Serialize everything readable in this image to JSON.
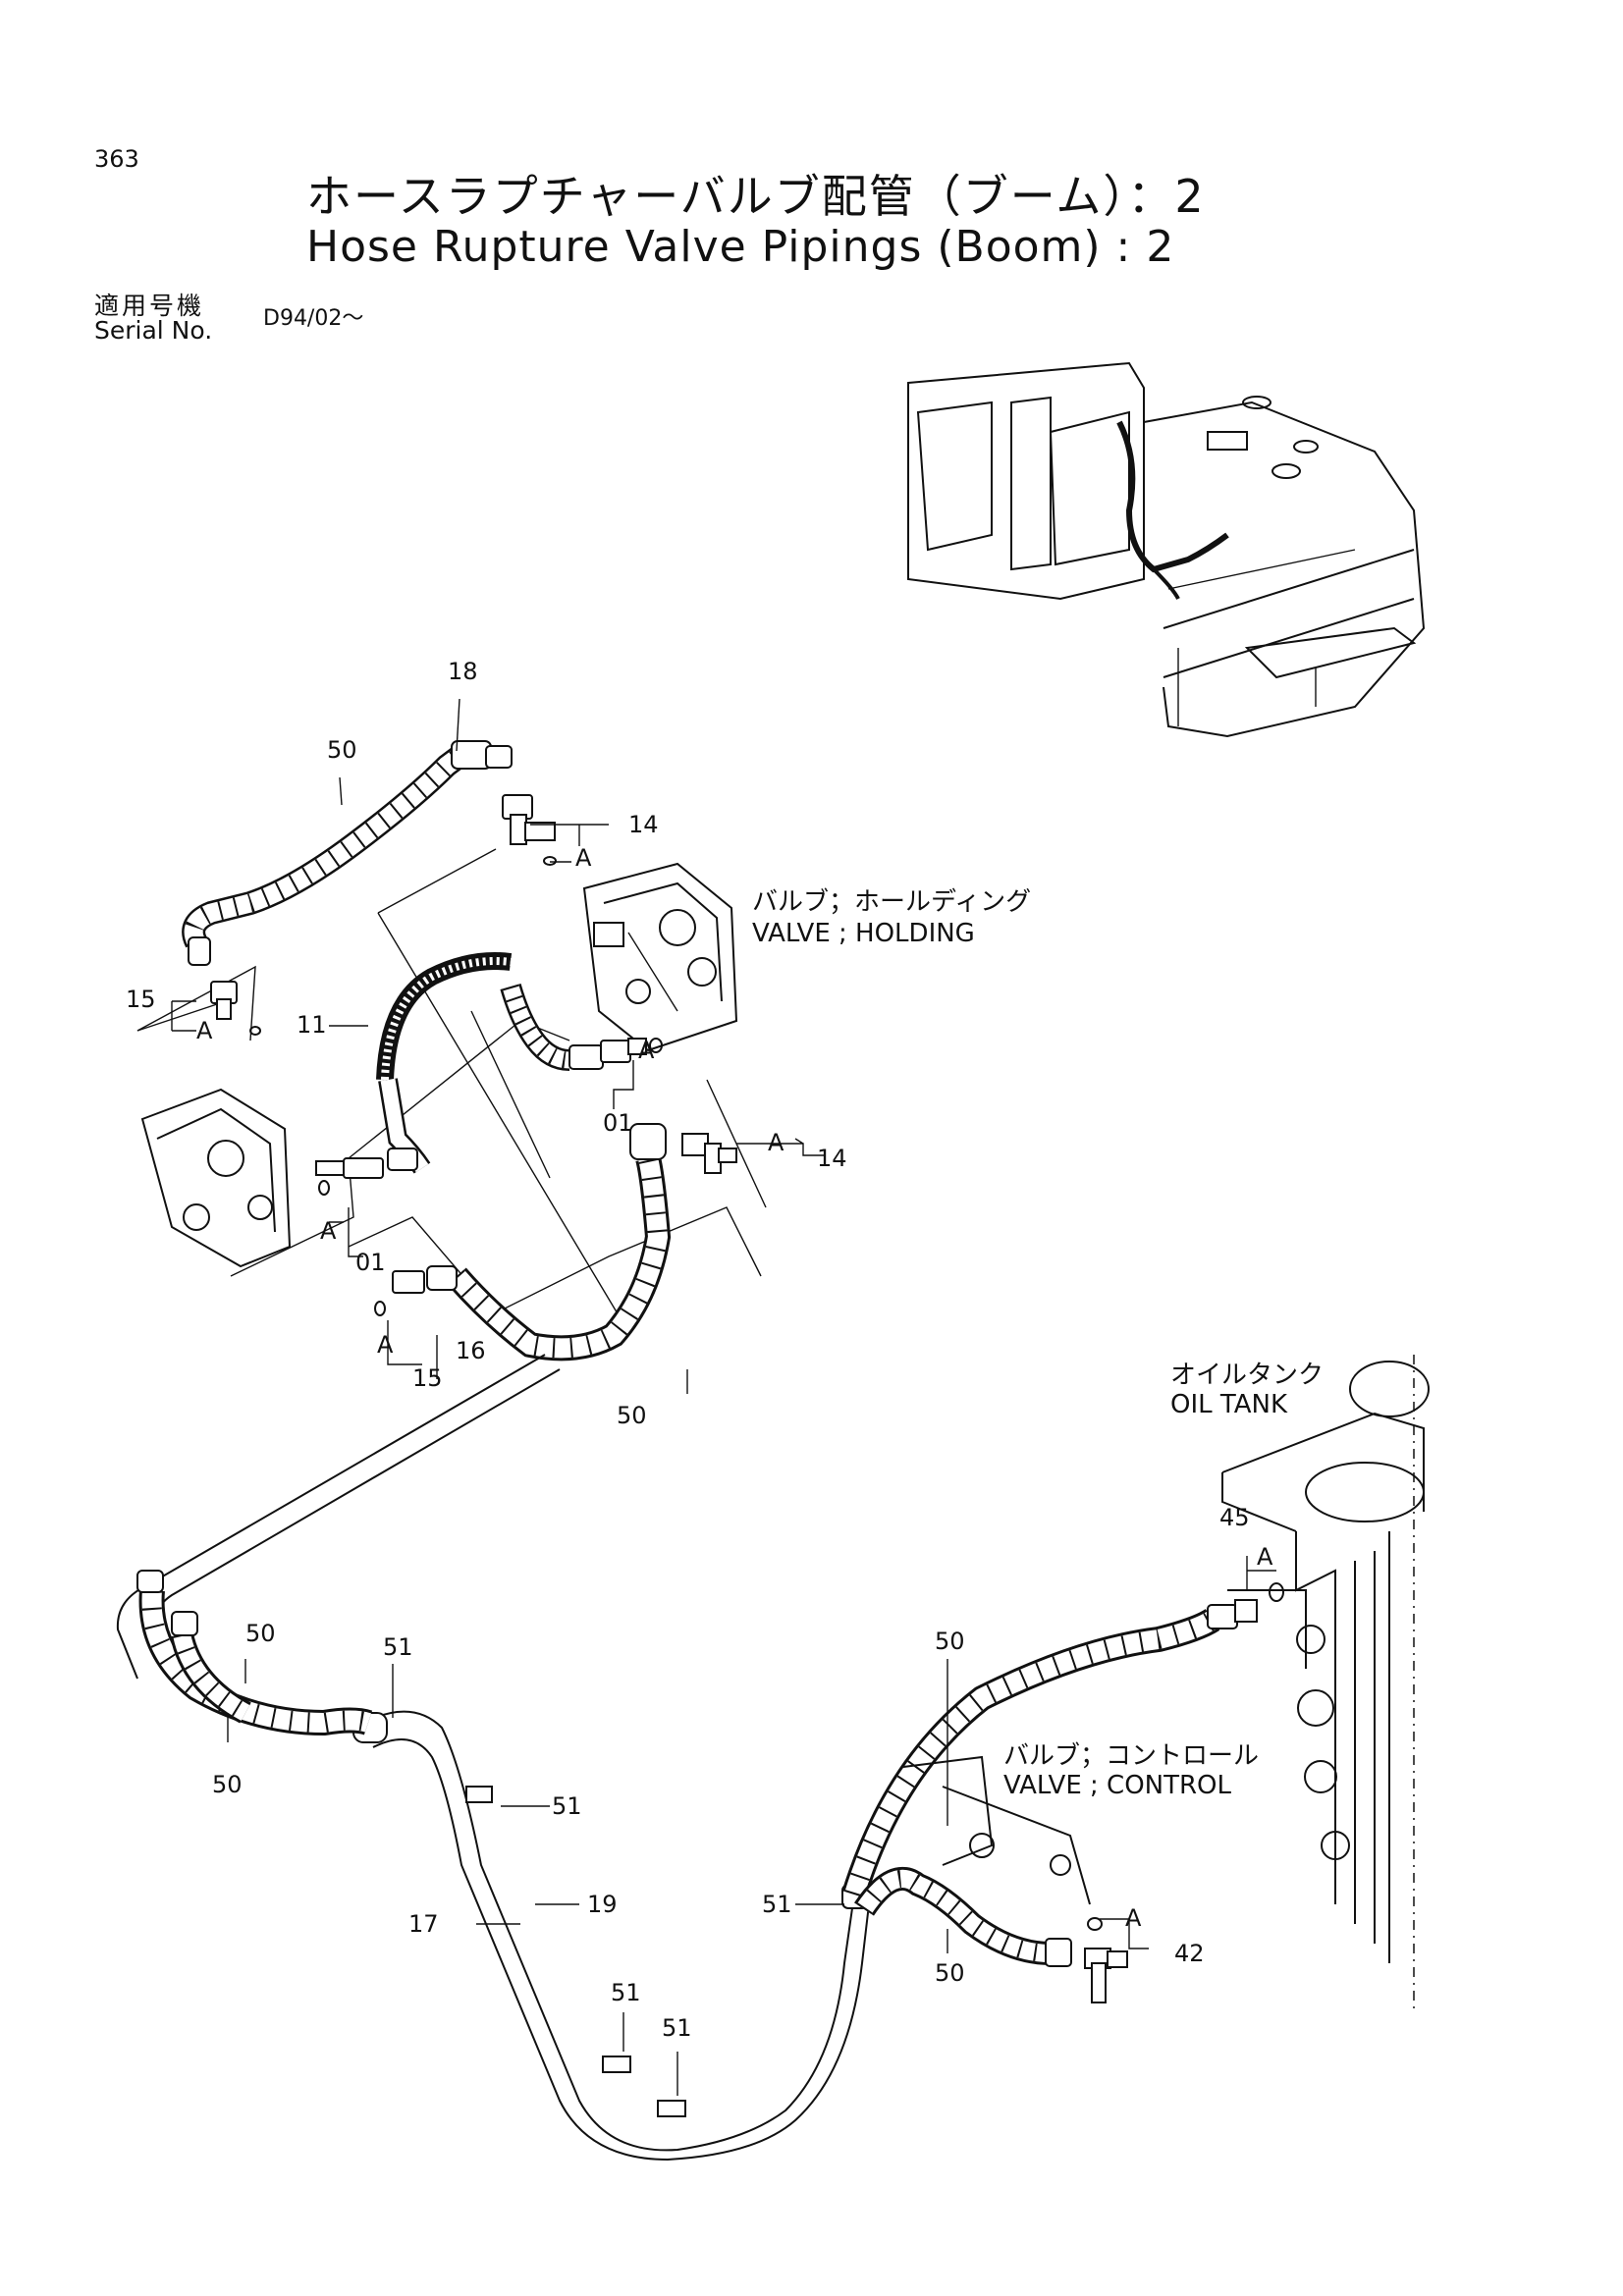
{
  "header": {
    "page_number": "363",
    "title_jp": "ホースラプチャーバルブ配管（ブーム）：2",
    "title_en": "Hose Rupture Valve Pipings (Boom) : 2",
    "serial_label_jp": "適用号機",
    "serial_label_en": "Serial No.",
    "serial_value": "D94/02～"
  },
  "labels": {
    "valve_holding_jp": "バルブ；ホールディング",
    "valve_holding_en": "VALVE ; HOLDING",
    "oil_tank_jp": "オイルタンク",
    "oil_tank_en": "OIL TANK",
    "valve_control_jp": "バルブ；コントロール",
    "valve_control_en": "VALVE ; CONTROL"
  },
  "callouts": {
    "c18": "18",
    "c50_top": "50",
    "c14_top": "14",
    "a_top": "A",
    "c15_left": "15",
    "a_left": "A",
    "c11": "11",
    "a_mid_right": "A",
    "c01_right": "01",
    "a_14_mid": "A",
    "c14_mid": "14",
    "a_01_left": "A",
    "c01_left": "01",
    "a_15_lower": "A",
    "c15_lower": "15",
    "c16": "16",
    "c50_mid": "50",
    "c45": "45",
    "a_45": "A",
    "c50_left_a": "50",
    "c50_left_b": "50",
    "c51_a": "51",
    "c51_b": "51",
    "c19": "19",
    "c17": "17",
    "c50_right": "50",
    "c51_c": "51",
    "c50_lower": "50",
    "a_42": "A",
    "c42": "42",
    "c51_d": "51",
    "c51_e": "51"
  }
}
